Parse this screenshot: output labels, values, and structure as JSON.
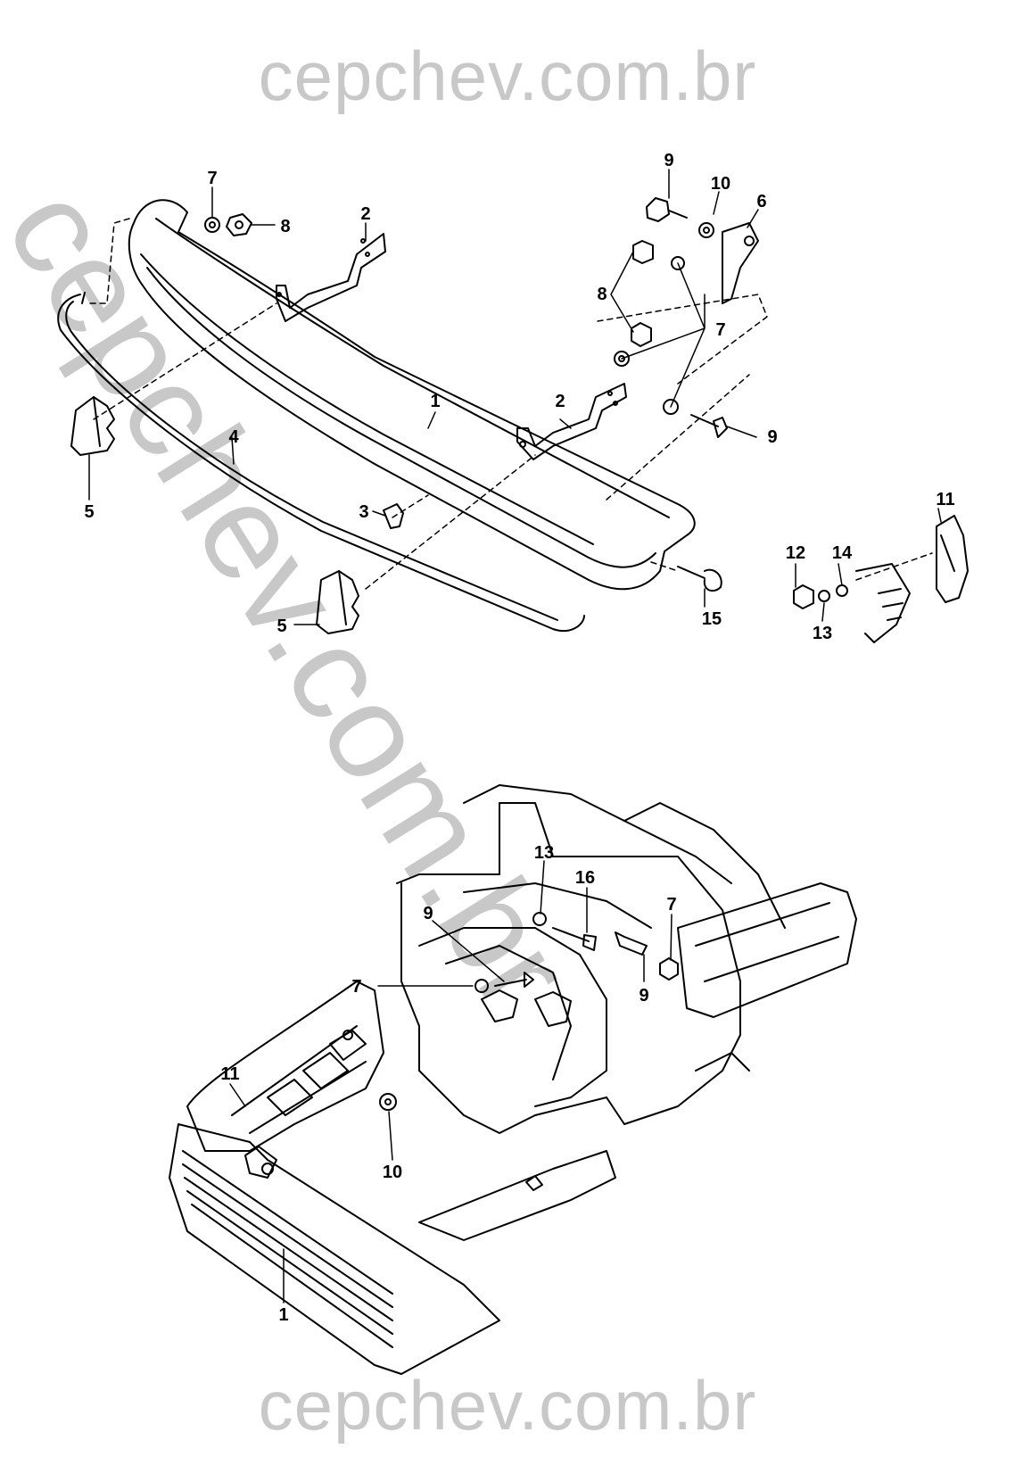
{
  "watermark": {
    "top": "cepchev.com.br",
    "bottom": "cepchev.com.br",
    "diagonal": "cepchev.com.br"
  },
  "callouts": {
    "c1a": "1",
    "c1b": "1",
    "c2a": "2",
    "c2b": "2",
    "c3": "3",
    "c4": "4",
    "c5a": "5",
    "c5b": "5",
    "c6": "6",
    "c7a": "7",
    "c7b": "7",
    "c7c": "7",
    "c7d": "7",
    "c8a": "8",
    "c8b": "8",
    "c9a": "9",
    "c9b": "9",
    "c9c": "9",
    "c9d": "9",
    "c10a": "10",
    "c10b": "10",
    "c11a": "11",
    "c11b": "11",
    "c12": "12",
    "c13a": "13",
    "c13b": "13",
    "c14": "14",
    "c15": "15",
    "c16": "16"
  }
}
